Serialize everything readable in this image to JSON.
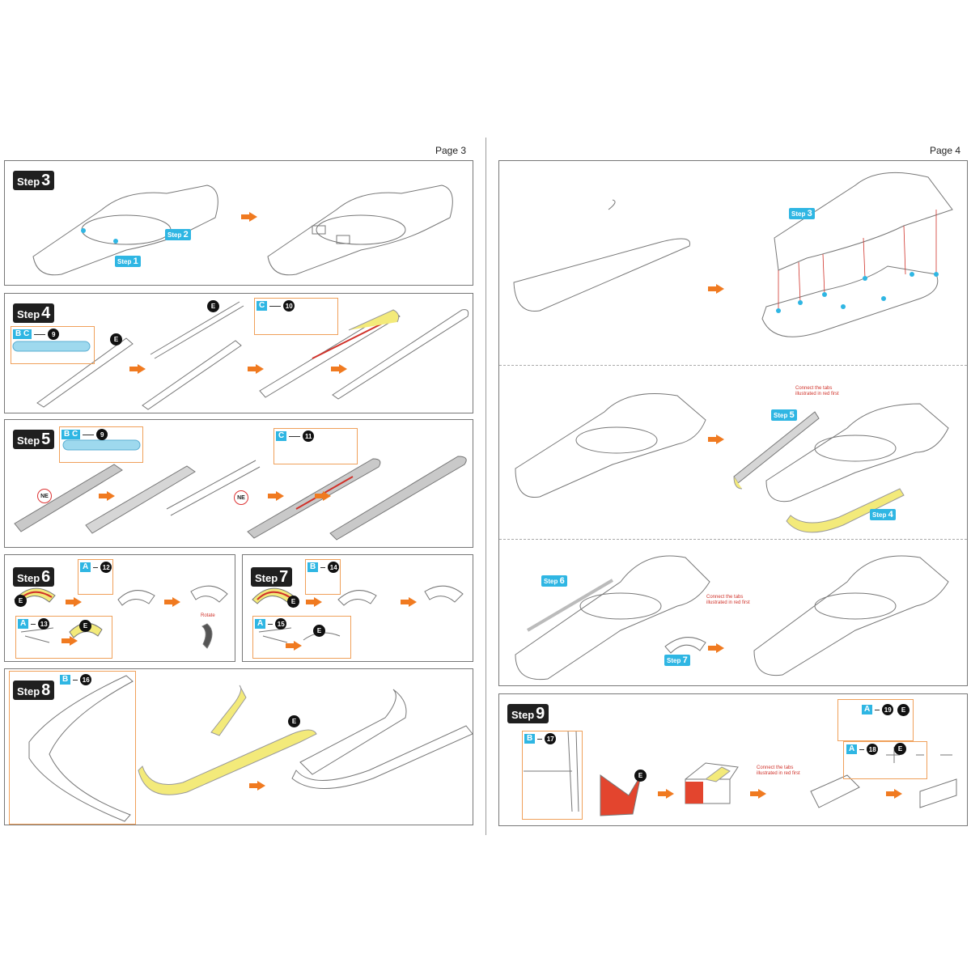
{
  "pages": {
    "left": "Page 3",
    "right": "Page 4"
  },
  "step_word": "Step",
  "steps": {
    "s3": "3",
    "s4": "4",
    "s5": "5",
    "s6": "6",
    "s7": "7",
    "s8": "8",
    "s9": "9",
    "s1": "1",
    "s2": "2"
  },
  "parts": {
    "s4_bc": {
      "letters": "B C",
      "num": "9"
    },
    "s4_c": {
      "letters": "C",
      "num": "10"
    },
    "s5_bc": {
      "letters": "B C",
      "num": "9"
    },
    "s5_c": {
      "letters": "C",
      "num": "11"
    },
    "s6_a12": {
      "letters": "A",
      "num": "12"
    },
    "s6_a13": {
      "letters": "A",
      "num": "13"
    },
    "s7_b14": {
      "letters": "B",
      "num": "14"
    },
    "s7_a15": {
      "letters": "A",
      "num": "15"
    },
    "s8_b16": {
      "letters": "B",
      "num": "16"
    },
    "s9_b17": {
      "letters": "B",
      "num": "17"
    },
    "s9_a19": {
      "letters": "A",
      "num": "19"
    },
    "s9_a18": {
      "letters": "A",
      "num": "18"
    }
  },
  "markers": {
    "e": "E",
    "ne": "NE"
  },
  "notes": {
    "connect_tabs": "Connect the tabs illustrated in red first",
    "rotate": "Rotate"
  },
  "colors": {
    "accent_blue": "#2fb6e3",
    "arrow_orange": "#f07a20",
    "highlight_yellow": "#f3ea7a",
    "tab_red": "#d0322a"
  }
}
